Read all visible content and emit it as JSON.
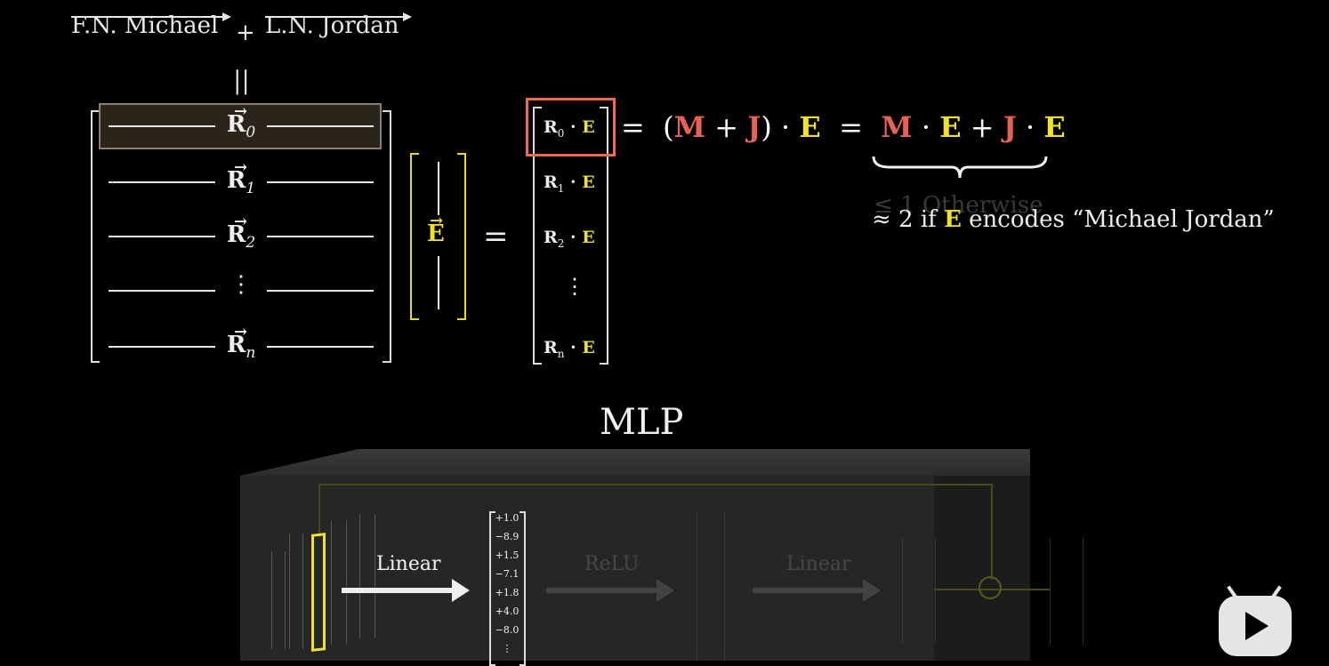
{
  "top": {
    "first_name": "F.N. Michael",
    "plus": "+",
    "last_name": "L.N. Jordan",
    "equals_vertical": "||"
  },
  "matrix_rows": [
    {
      "vec": "R",
      "sub": "0",
      "highlighted": true
    },
    {
      "vec": "R",
      "sub": "1",
      "highlighted": false
    },
    {
      "vec": "R",
      "sub": "2",
      "highlighted": false
    },
    {
      "vec": "⋮",
      "sub": "",
      "highlighted": false
    },
    {
      "vec": "R",
      "sub": "n",
      "highlighted": false
    }
  ],
  "vector_e": "E",
  "equals": "=",
  "products": [
    {
      "sub": "0",
      "highlighted": true
    },
    {
      "sub": "1",
      "highlighted": false
    },
    {
      "sub": "2",
      "highlighted": false
    },
    {
      "sub": "",
      "dots": "⋮",
      "highlighted": false
    },
    {
      "sub": "n",
      "highlighted": false
    }
  ],
  "equation": {
    "eq1": "=",
    "lparen": "(",
    "M": "M",
    "plus": "+",
    "J": "J",
    "rparen": ")",
    "dot": "·",
    "E": "E",
    "eq2": "="
  },
  "annotation": {
    "faded": "≤ 1 Otherwise",
    "approx": "≈ 2 if",
    "E": "E",
    "encodes": "encodes “Michael Jordan”"
  },
  "mlp": {
    "title": "MLP",
    "linear1": "Linear",
    "relu": "ReLU",
    "linear2": "Linear",
    "values": [
      "+1.0",
      "−8.9",
      "+1.5",
      "−7.1",
      "+1.8",
      "+4.0",
      "−8.0",
      "⋮"
    ]
  },
  "colors": {
    "yellow": "#f0e130",
    "pink": "#e8605a",
    "highlight_box": "#f06a5a"
  }
}
